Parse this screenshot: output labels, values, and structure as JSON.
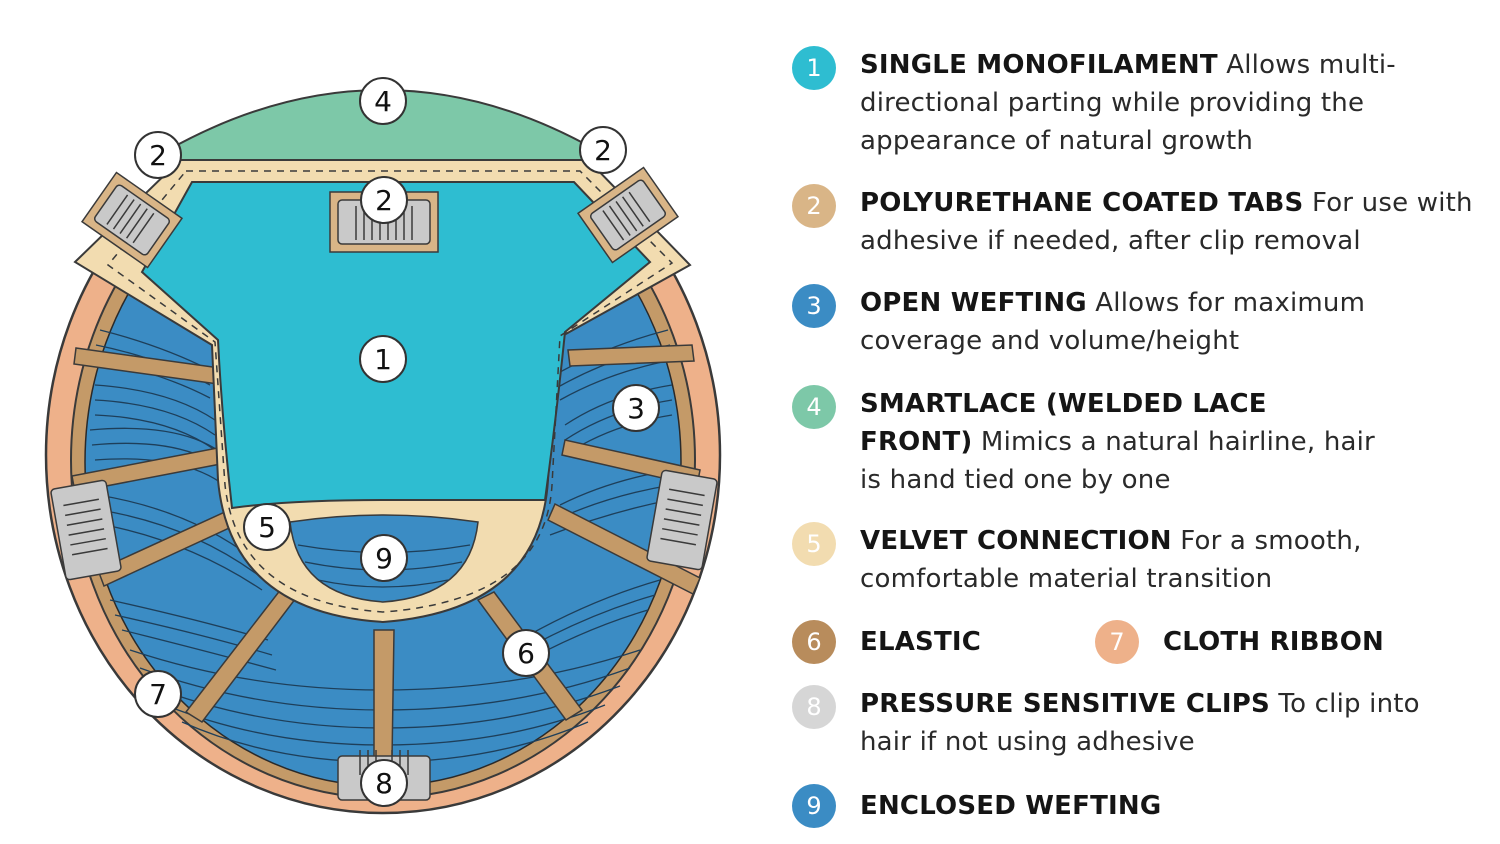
{
  "colors": {
    "monofilament": "#2ebdd1",
    "tab": "#d9b587",
    "open_weft": "#3b8cc4",
    "lace": "#7dc8a8",
    "velvet": "#f2dcb0",
    "elastic": "#b88c5c",
    "cloth": "#eeb18a",
    "clip": "#d6d6d6",
    "enclosed_weft": "#3b8cc4",
    "outline": "#3a3a3a"
  },
  "markers": [
    "1",
    "2",
    "3",
    "4",
    "5",
    "6",
    "7",
    "8",
    "9"
  ],
  "legend": [
    {
      "num": "1",
      "title": "SINGLE MONOFILAMENT",
      "desc": " Allows multi-directional parting while providing the appearance of natural growth",
      "color": "#2ebdd1"
    },
    {
      "num": "2",
      "title": "POLYURETHANE COATED TABS",
      "desc": " For use with adhesive if needed, after clip removal",
      "color": "#d9b587"
    },
    {
      "num": "3",
      "title": "OPEN WEFTING",
      "desc": " Allows for maximum coverage and volume/height",
      "color": "#3b8cc4"
    },
    {
      "num": "4",
      "title": "SMARTLACE (WELDED LACE FRONT)",
      "desc": " Mimics a natural hairline, hair is hand tied one by one",
      "color": "#7dc8a8"
    },
    {
      "num": "5",
      "title": "VELVET CONNECTION",
      "desc": " For a smooth, comfortable material transition",
      "color": "#f2dcb0"
    },
    {
      "num": "6",
      "title": "ELASTIC",
      "desc": "",
      "color": "#b88c5c"
    },
    {
      "num": "7",
      "title": "CLOTH RIBBON",
      "desc": "",
      "color": "#eeb18a"
    },
    {
      "num": "8",
      "title": "PRESSURE SENSITIVE CLIPS",
      "desc": " To clip into hair if not using adhesive",
      "color": "#d6d6d6"
    },
    {
      "num": "9",
      "title": "ENCLOSED WEFTING",
      "desc": "",
      "color": "#3b8cc4"
    }
  ]
}
